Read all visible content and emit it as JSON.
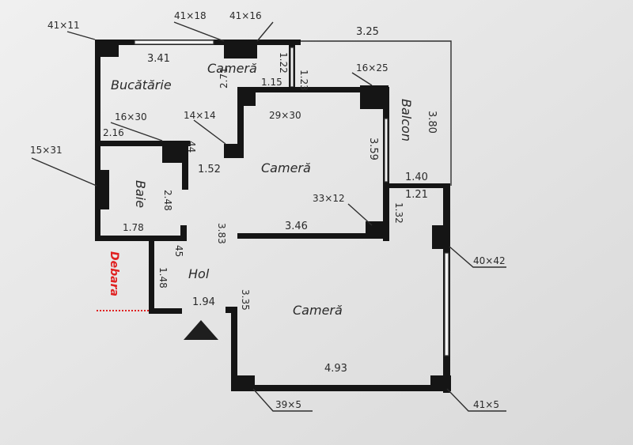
{
  "rooms": {
    "bucatarie": "Bucătărie",
    "camera_top": "Cameră",
    "camera_mid": "Cameră",
    "camera_big": "Cameră",
    "baie": "Baie",
    "hol": "Hol",
    "balcon": "Balcon",
    "debara": "Debara"
  },
  "column_labels": {
    "c41x11": "41×11",
    "c41x18": "41×18",
    "c41x16": "41×16",
    "c16x25": "16×25",
    "c16x30": "16×30",
    "c14x14": "14×14",
    "c29x30": "29×30",
    "c15x31": "15×31",
    "c33x12": "33×12",
    "c40x42": "40×42",
    "c39x5": "39×5",
    "c41x5": "41×5"
  },
  "dimensions": {
    "d325": "3.25",
    "d341": "3.41",
    "d122": "1.22",
    "d123": "1.23",
    "d115": "1.15",
    "d271": "2.71",
    "d216": "2.16",
    "d44": "44",
    "d152": "1.52",
    "d359": "3.59",
    "d140": "1.40",
    "d121": "1.21",
    "d380": "3.80",
    "d248": "2.48",
    "d178": "1.78",
    "d383": "3.83",
    "d346": "3.46",
    "d132": "1.32",
    "d45": "45",
    "d148": "1.48",
    "d194": "1.94",
    "d335": "3.35",
    "d493": "4.93"
  }
}
